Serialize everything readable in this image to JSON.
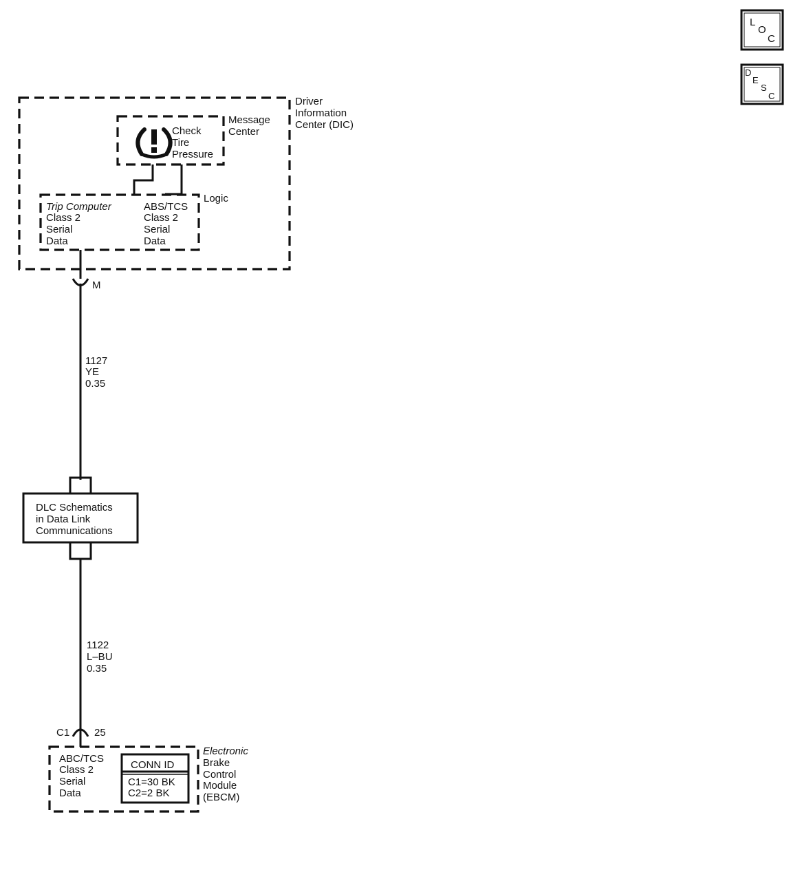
{
  "icons": {
    "loc": {
      "letters": [
        "L",
        "O",
        "C"
      ]
    },
    "desc": {
      "letters": [
        "D",
        "E",
        "S",
        "C"
      ]
    }
  },
  "dic": {
    "label": [
      "Driver",
      "Information",
      "Center (DIC)"
    ],
    "message_center": {
      "label": [
        "Message",
        "Center"
      ],
      "indicator_icon": "tire-pressure-warning-icon",
      "indicator_text": [
        "Check",
        "Tire",
        "Pressure"
      ]
    },
    "logic": {
      "label": "Logic",
      "trip_computer": {
        "title": "Trip Computer",
        "lines": [
          "Class 2",
          "Serial",
          "Data"
        ]
      },
      "abs_tcs": {
        "lines": [
          "ABS/TCS",
          "Class 2",
          "Serial",
          "Data"
        ]
      }
    },
    "connector": "M"
  },
  "wire_upper": {
    "circuit": "1127",
    "color": "YE",
    "gauge": "0.35"
  },
  "dlc": {
    "lines": [
      "DLC Schematics",
      "in Data Link",
      "Communications"
    ]
  },
  "wire_lower": {
    "circuit": "1122",
    "color": "L–BU",
    "gauge": "0.35"
  },
  "ebcm": {
    "connector": "C1",
    "pin": "25",
    "label": [
      "Electronic",
      "Brake",
      "Control",
      "Module",
      "(EBCM)"
    ],
    "data_lines": [
      "ABC/TCS",
      "Class 2",
      "Serial",
      "Data"
    ],
    "conn_id": {
      "header": "CONN ID",
      "rows": [
        "C1=30 BK",
        "C2=2 BK"
      ]
    }
  }
}
